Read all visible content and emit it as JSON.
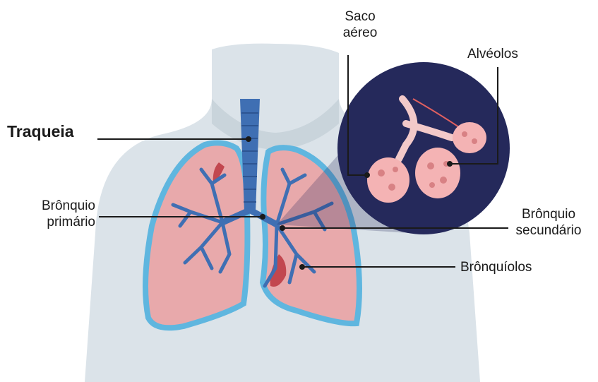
{
  "labels": {
    "trachea": "Traqueia",
    "primary_bronchus": [
      "Brônquio",
      "primário"
    ],
    "air_sac": [
      "Saco",
      "aéreo"
    ],
    "alveoli": "Alvéolos",
    "secondary_bronchus": [
      "Brônquio",
      "secundário"
    ],
    "bronchioles": "Brônquíolos"
  },
  "colors": {
    "body": "#d9e2e8",
    "body_shadow": "#c7d3da",
    "lung_fill": "#e8a9ab",
    "lung_outline": "#5fb6df",
    "airway": "#3f6fb3",
    "inset_bg": "#25295b",
    "alveoli": "#f4b3b4",
    "leader_line": "#1a1a1a"
  }
}
